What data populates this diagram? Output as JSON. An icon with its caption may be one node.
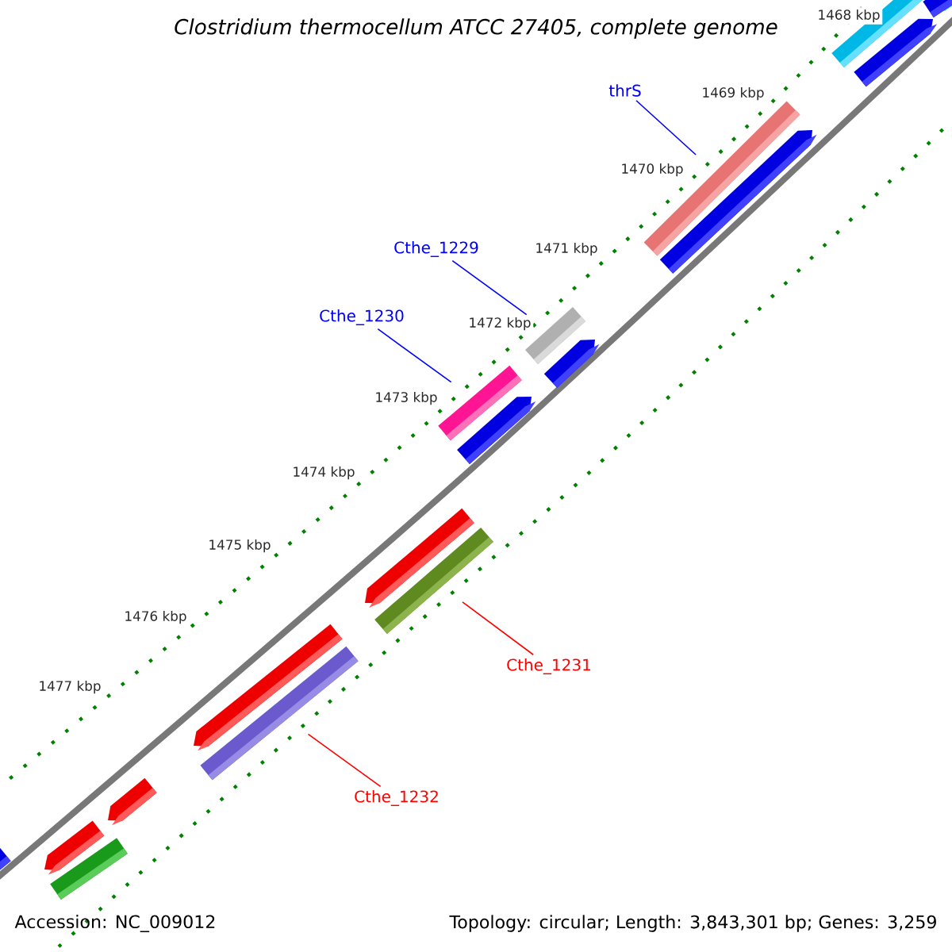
{
  "diagram": {
    "title": "Clostridium thermocellum ATCC 27405, complete genome",
    "nodes": [
      {
        "text": [
          "thrS"
        ]
      },
      {
        "text": [
          "Cthe_1229"
        ]
      },
      {
        "text": [
          "Cthe_1230"
        ]
      },
      {
        "text": [
          "Cthe_1231"
        ]
      },
      {
        "text": [
          "Cthe_1232"
        ]
      },
      {
        "text": [],
        "shape": "bar"
      },
      {
        "text": [],
        "shape": "bar"
      },
      {
        "text": [],
        "shape": "bar"
      },
      {
        "text": [],
        "shape": "bar"
      },
      {
        "text": [],
        "shape": "bar"
      }
    ],
    "edges": [
      {
        "from": 0,
        "to": 5,
        "arrow": "none"
      },
      {
        "from": 1,
        "to": 6,
        "arrow": "none"
      },
      {
        "from": 2,
        "to": 7,
        "arrow": "none"
      },
      {
        "from": 3,
        "to": 8,
        "arrow": "none",
        "color": "#ff0000"
      },
      {
        "from": 4,
        "to": 9,
        "arrow": "none",
        "color": "#ff0000"
      }
    ],
    "labels": [
      "1468 kbp",
      "1469 kbp",
      "1470 kbp",
      "1471 kbp",
      "1472 kbp",
      "1473 kbp",
      "1474 kbp",
      "1475 kbp",
      "1476 kbp",
      "1477 kbp",
      "Accession: NC_009012",
      "Topology: circular; Length: 3,843,301 bp; Genes: 3,259"
    ]
  }
}
